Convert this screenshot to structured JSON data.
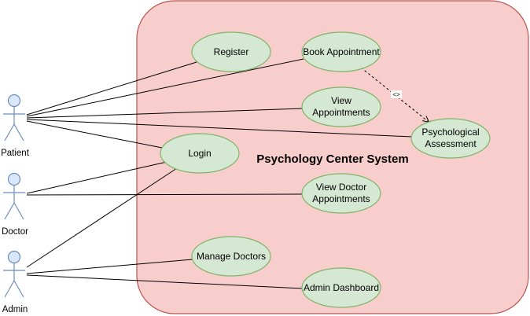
{
  "system": {
    "title": "Psychology Center System",
    "fill": "#f8cecc",
    "stroke": "#b85450"
  },
  "actors": {
    "patient": "Patient",
    "doctor": "Doctor",
    "admin": "Admin"
  },
  "use_cases": {
    "register": [
      "Register"
    ],
    "book_appointment": [
      "Book Appointment"
    ],
    "view_appointments": [
      "View",
      "Appointments"
    ],
    "psychological_assessment": [
      "Psychological",
      "Assessment"
    ],
    "login": [
      "Login"
    ],
    "view_doctor_appointments": [
      "View Doctor",
      "Appointments"
    ],
    "manage_doctors": [
      "Manage Doctors"
    ],
    "admin_dashboard": [
      "Admin Dashboard"
    ]
  },
  "relationships": {
    "include_label": "<>"
  },
  "colors": {
    "use_case_fill": "#d5e8d4",
    "use_case_stroke": "#82b366",
    "actor_fill": "#dae8fc",
    "actor_stroke": "#6c8ebf",
    "line": "#000000"
  }
}
